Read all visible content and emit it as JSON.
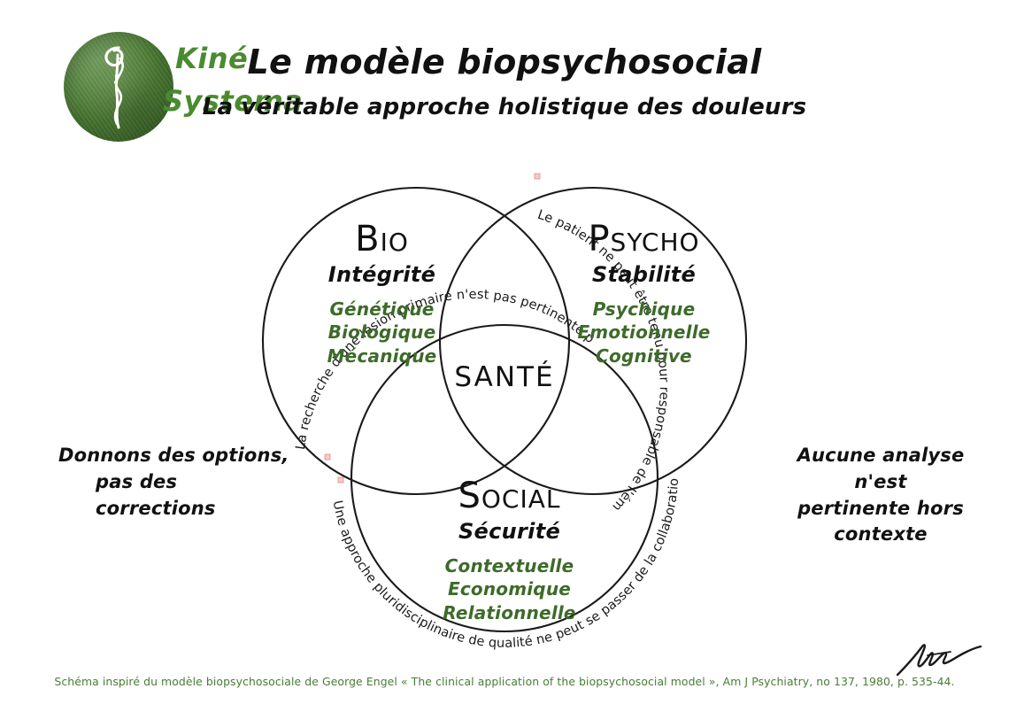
{
  "logo": {
    "icon_name": "spine-caduceus-icon",
    "line1": "Kiné",
    "line2": "Systema",
    "color": "#4a8b30",
    "circle_color": "#4b7c33"
  },
  "header": {
    "title": "Le modèle biopsychosocial",
    "subtitle": "La véritable approche holistique des douleurs"
  },
  "venn": {
    "center_label": "SANTÉ",
    "lobes": [
      {
        "id": "bio",
        "cap": "Bio",
        "sub": "Intégrité",
        "items": [
          "Génétique",
          "Biologique",
          "Mécanique"
        ],
        "curve_text": "La recherche d'une lésion primaire n'est pas pertinente pour aborder les douleurs."
      },
      {
        "id": "psycho",
        "cap": "Psycho",
        "sub": "Stabilité",
        "items": [
          "Psychique",
          "Emotionnelle",
          "Cognitive"
        ],
        "curve_text": "Le patient ne peut être tenu pour responsable de l'émergence de ses douleurs."
      },
      {
        "id": "social",
        "cap": "Social",
        "sub": "Sécurité",
        "items": [
          "Contextuelle",
          "Economique",
          "Relationnelle"
        ],
        "curve_text": "Une approche pluridisciplinaire de qualité ne peut se passer de la collaboration du patient"
      }
    ]
  },
  "quotes": {
    "left_line1": "Donnons des options,",
    "left_line2": "pas des corrections",
    "right_line1": "Aucune analyse n'est",
    "right_line2": "pertinente hors contexte"
  },
  "footer": {
    "text": "Schéma inspiré du modèle biopsychosociale de George Engel « The clinical application of the biopsychosocial model », Am J Psychiatry, no 137, 1980, p. 535-44.",
    "color": "#4a7c35"
  },
  "signature": {
    "name": "author-signature"
  },
  "palette": {
    "green_text": "#3d6b29",
    "green_footer": "#4a7c35",
    "ink": "#1a1a1a"
  }
}
